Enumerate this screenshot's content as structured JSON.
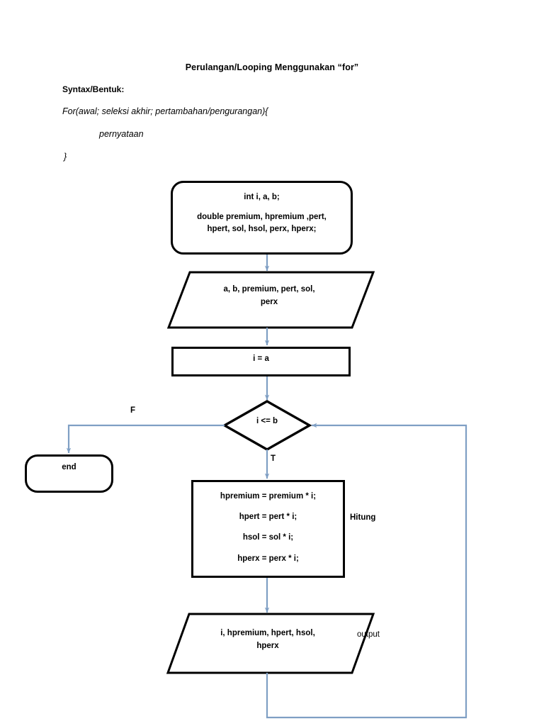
{
  "document": {
    "title": "Perulangan/Looping Menggunakan “for”",
    "syntax_label": "Syntax/Bentuk:",
    "syntax_signature": "For(awal; seleksi akhir; pertambahan/pengurangan){",
    "syntax_body": "pernyataan",
    "syntax_close": "}"
  },
  "flowchart": {
    "declare": {
      "line1": "int i, a, b;",
      "line2a": "double premium, hpremium ,pert,",
      "line2b": "hpert, sol, hsol,  perx, hperx;"
    },
    "input": {
      "line1": "a, b, premium, pert, sol,",
      "line2": "perx"
    },
    "assign": {
      "text": "i = a"
    },
    "decision": {
      "text": "i <= b",
      "false_label": "F",
      "true_label": "T"
    },
    "end": {
      "text": "end"
    },
    "compute": {
      "line1": "hpremium = premium * i;",
      "line2": "hpert = pert * i;",
      "line3": "hsol = sol * i;",
      "line4": "hperx = perx * i;",
      "side_label": "Hitung"
    },
    "output": {
      "line1": "i, hpremium, hpert, hsol,",
      "line2": "hperx",
      "side_label": "output"
    }
  },
  "colors": {
    "shape_stroke": "#000000",
    "connector": "#7f9fc4",
    "background": "#ffffff",
    "text": "#000000"
  }
}
